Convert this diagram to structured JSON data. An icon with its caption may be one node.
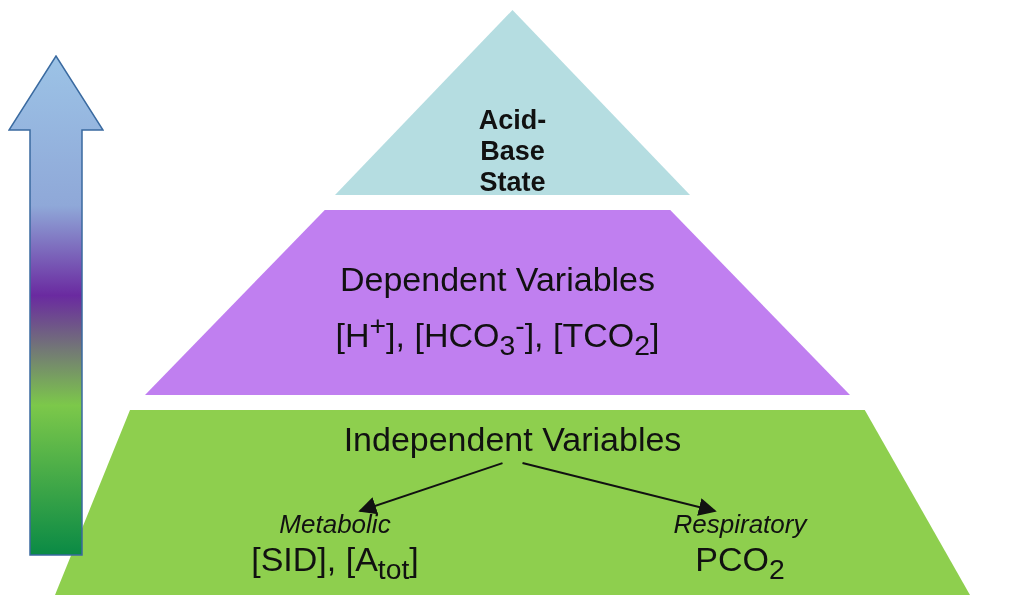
{
  "diagram": {
    "nodes": [
      {
        "text": [
          "Acid-Base State"
        ]
      },
      {
        "text": [
          "Dependent Variables",
          "[H$^{+}$], [HCO$_{3}$$^{-}$], [TCO$_{2}$]"
        ]
      },
      {
        "text": [
          "Independent Variables"
        ]
      },
      {
        "text": [
          "Metabolic",
          "[SID], [A$_{tot}$]"
        ],
        "in": 2
      },
      {
        "text": [
          "Respiratory",
          "PCO$_{2}$"
        ],
        "in": 2
      }
    ],
    "edges": [
      {
        "from": 2,
        "to": 3,
        "arrow": "to"
      },
      {
        "from": 2,
        "to": 4,
        "arrow": "to"
      }
    ]
  }
}
